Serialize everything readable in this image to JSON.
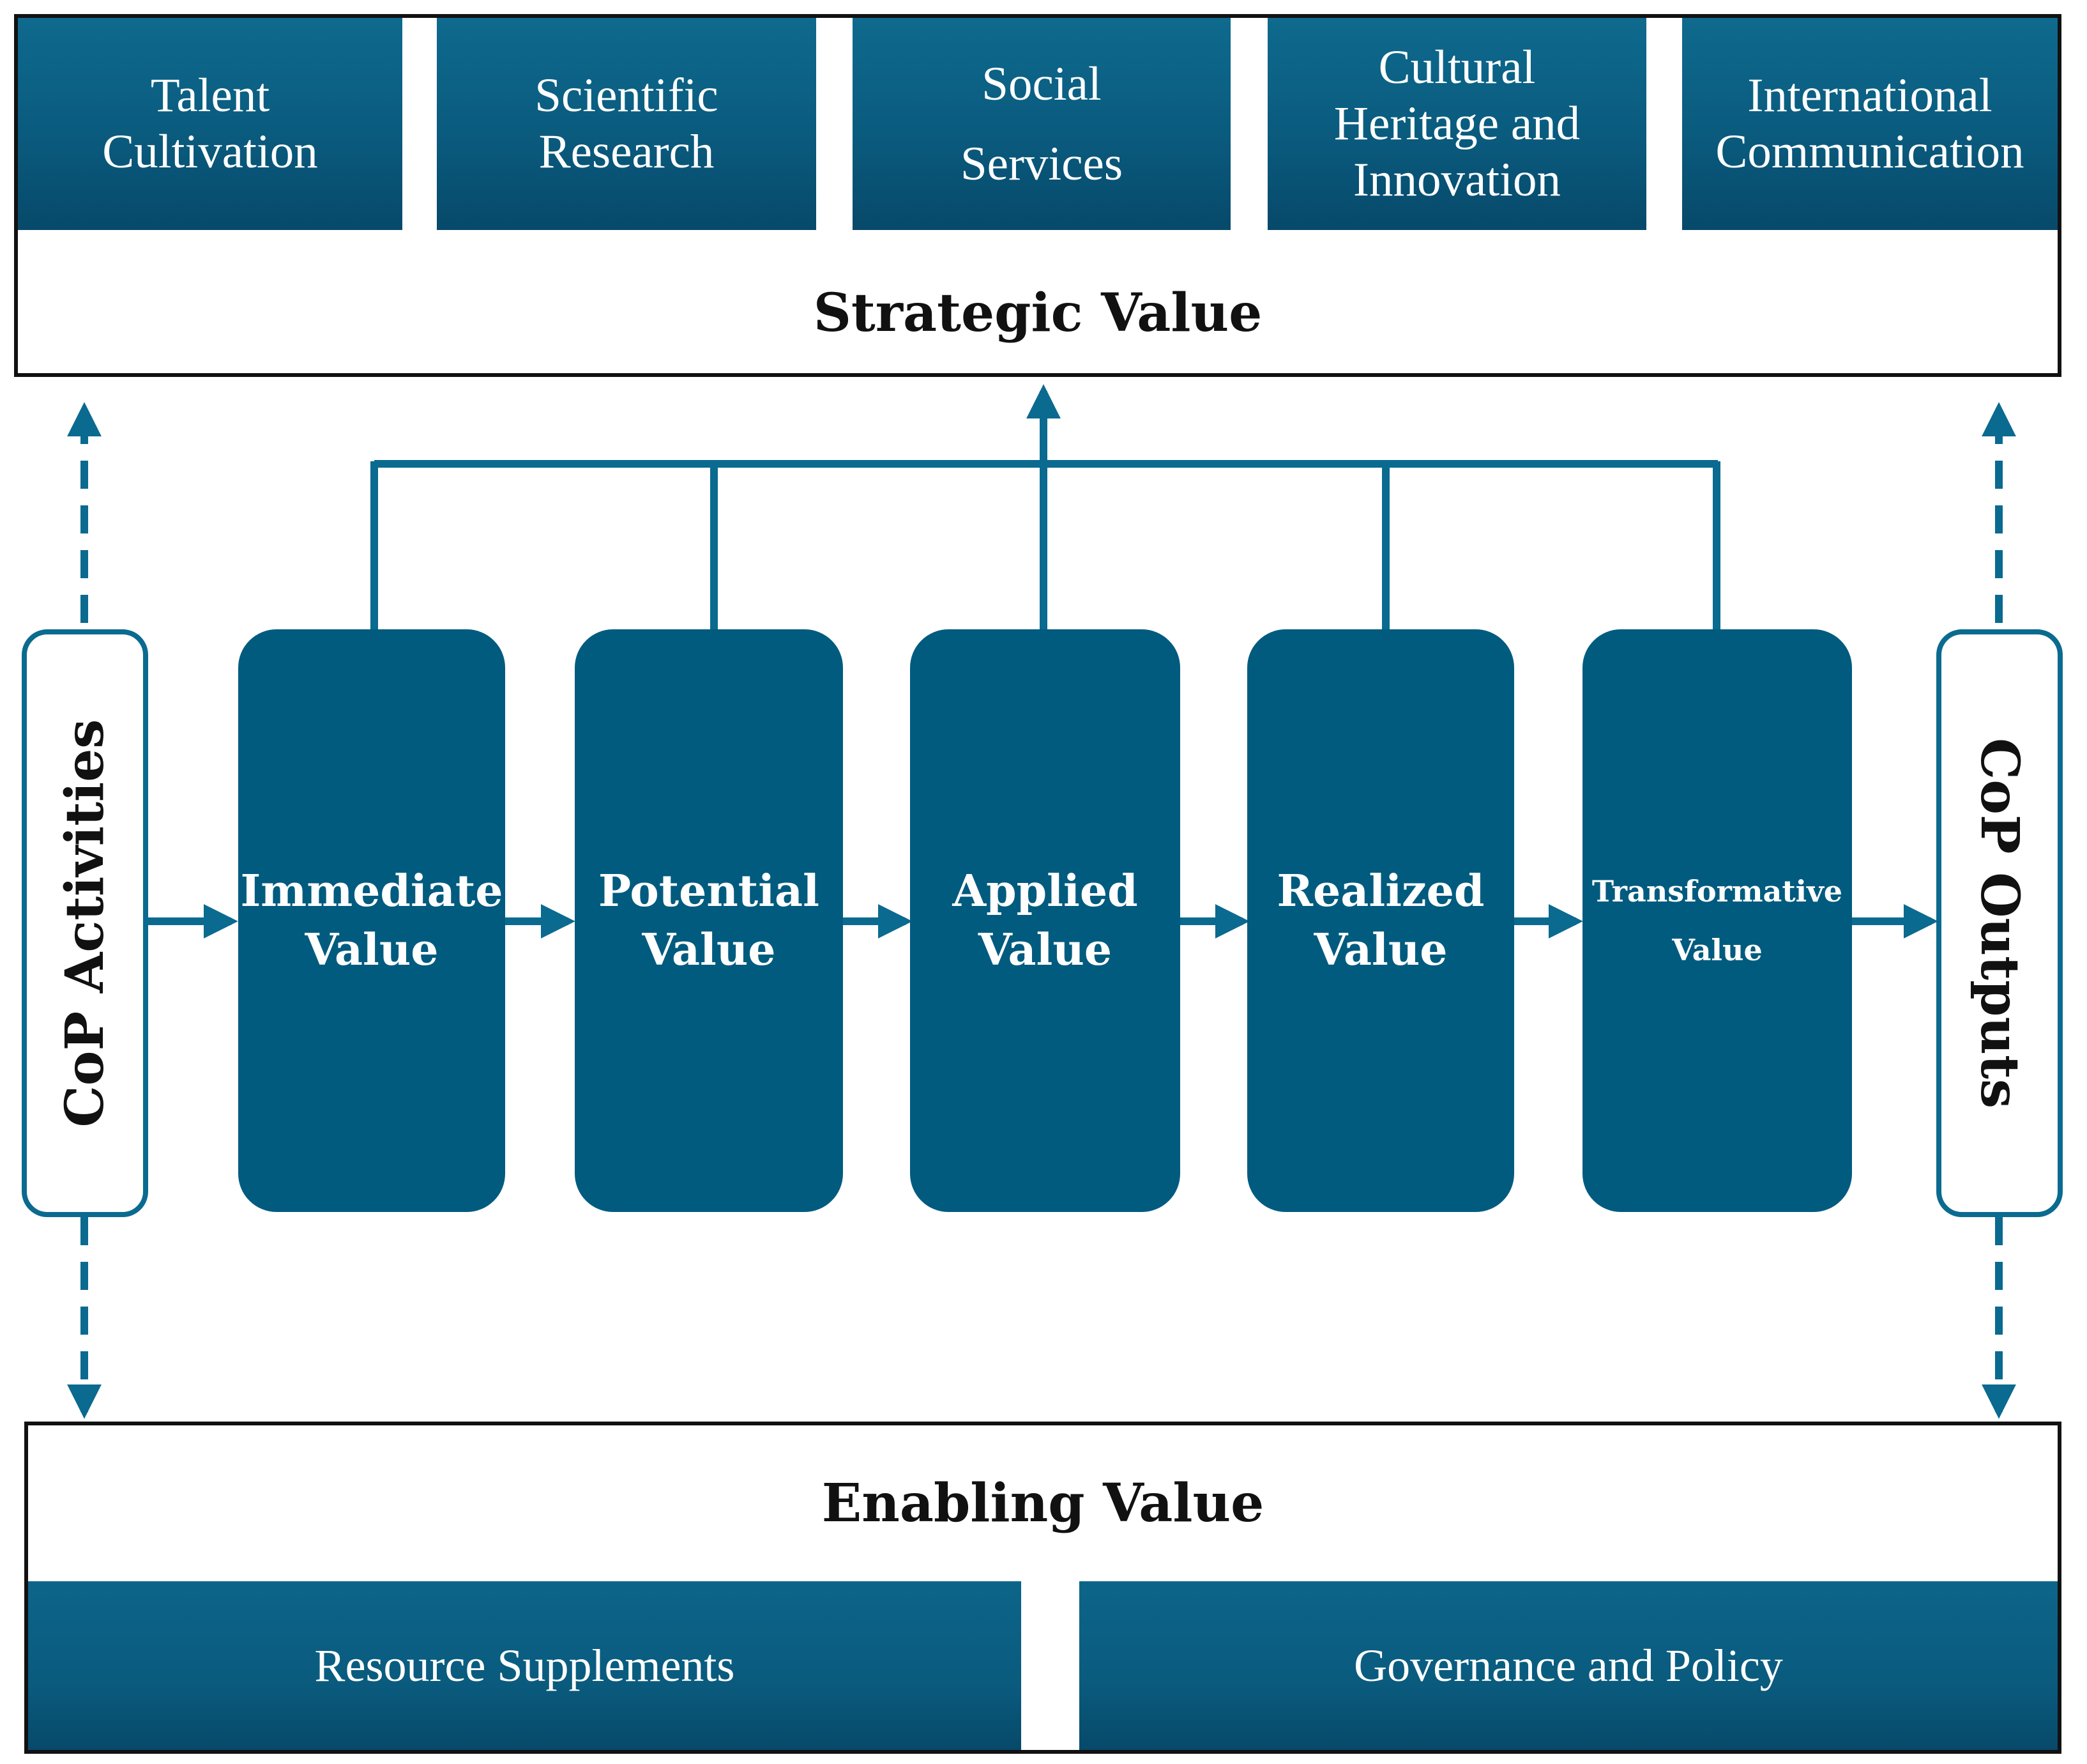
{
  "strategic": {
    "title": "Strategic Value",
    "items": [
      {
        "label": "Talent\nCultivation"
      },
      {
        "label": "Scientific\nResearch"
      },
      {
        "label": "Social\nServices"
      },
      {
        "label": "Cultural\nHeritage and\nInnovation"
      },
      {
        "label": "International\nCommunication"
      }
    ]
  },
  "activities": {
    "label": "CoP Activities"
  },
  "outputs": {
    "label": "CoP Outputs"
  },
  "stages": [
    {
      "label": "Immediate\nValue"
    },
    {
      "label": "Potential\nValue"
    },
    {
      "label": "Applied\nValue"
    },
    {
      "label": "Realized\nValue"
    },
    {
      "label": "Transformative\nValue"
    }
  ],
  "enabling": {
    "title": "Enabling Value",
    "items": [
      {
        "label": "Resource Supplements"
      },
      {
        "label": "Governance and Policy"
      }
    ]
  },
  "colors": {
    "primary": "#015b7f",
    "line": "#0b6a8f",
    "frame": "#111111"
  }
}
